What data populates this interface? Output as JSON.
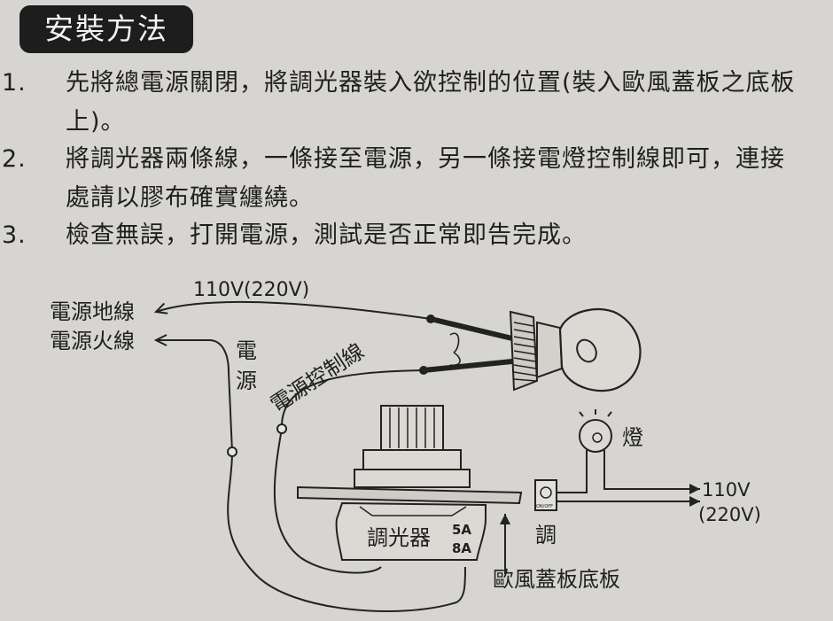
{
  "title": "安裝方法",
  "steps": [
    {
      "num": "1.",
      "text": "先將總電源關閉，將調光器裝入欲控制的位置(裝入歐風蓋板之底板上)。"
    },
    {
      "num": "2.",
      "text": "將調光器兩條線，一條接至電源，另一條接電燈控制線即可，連接處請以膠布確實纏繞。"
    },
    {
      "num": "3.",
      "text": "檢查無誤，打開電源，測試是否正常即告完成。"
    }
  ],
  "diagram": {
    "voltage_top": "110V(220V)",
    "ground_wire": "電源地線",
    "live_wire": "電源火線",
    "power_v": [
      "電",
      "源"
    ],
    "control_wire": "電源控制線",
    "dimmer_label": "調光器",
    "rating_5a": "5A",
    "rating_8a": "8A",
    "plate_label": "歐風蓋板底板",
    "lamp_label": "燈",
    "switch_text": "ON/OFF",
    "dim_label": "調",
    "voltage_right_1": "110V",
    "voltage_right_2": "(220V)"
  }
}
